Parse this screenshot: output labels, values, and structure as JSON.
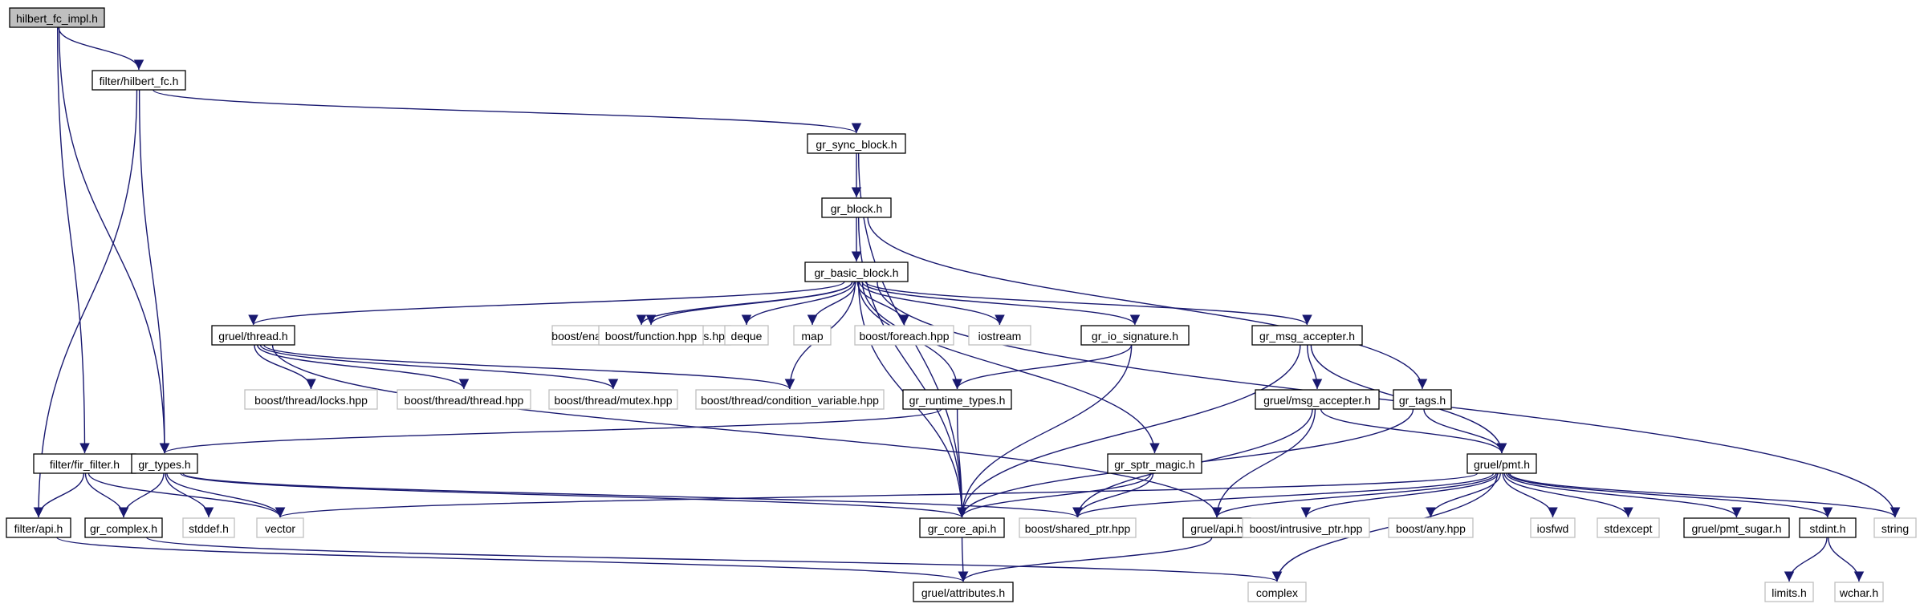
{
  "graph": {
    "colors": {
      "edge": "#191970",
      "root_fill": "#bfbfbf",
      "project_border": "#000000",
      "external_border": "#bfbfbf"
    },
    "nodes": [
      {
        "id": "hilbert_fc_impl_h",
        "label": "hilbert_fc_impl.h",
        "kind": "root"
      },
      {
        "id": "filter_hilbert_fc_h",
        "label": "filter/hilbert_fc.h",
        "kind": "project"
      },
      {
        "id": "gr_sync_block_h",
        "label": "gr_sync_block.h",
        "kind": "project"
      },
      {
        "id": "gr_block_h",
        "label": "gr_block.h",
        "kind": "project"
      },
      {
        "id": "gr_basic_block_h",
        "label": "gr_basic_block.h",
        "kind": "project"
      },
      {
        "id": "gruel_thread_h",
        "label": "gruel/thread.h",
        "kind": "project"
      },
      {
        "id": "boost_enable_shared",
        "label": "boost/enable_shared_from_this.hpp",
        "kind": "external"
      },
      {
        "id": "boost_function",
        "label": "boost/function.hpp",
        "kind": "external"
      },
      {
        "id": "deque",
        "label": "deque",
        "kind": "external"
      },
      {
        "id": "map",
        "label": "map",
        "kind": "external"
      },
      {
        "id": "boost_foreach",
        "label": "boost/foreach.hpp",
        "kind": "external"
      },
      {
        "id": "iostream",
        "label": "iostream",
        "kind": "external"
      },
      {
        "id": "gr_io_signature_h",
        "label": "gr_io_signature.h",
        "kind": "project"
      },
      {
        "id": "gr_msg_accepter_h",
        "label": "gr_msg_accepter.h",
        "kind": "project"
      },
      {
        "id": "boost_thread_locks",
        "label": "boost/thread/locks.hpp",
        "kind": "external"
      },
      {
        "id": "boost_thread_thread",
        "label": "boost/thread/thread.hpp",
        "kind": "external"
      },
      {
        "id": "boost_thread_mutex",
        "label": "boost/thread/mutex.hpp",
        "kind": "external"
      },
      {
        "id": "boost_thread_condvar",
        "label": "boost/thread/condition_variable.hpp",
        "kind": "external"
      },
      {
        "id": "gr_runtime_types_h",
        "label": "gr_runtime_types.h",
        "kind": "project"
      },
      {
        "id": "gruel_msg_accepter_h",
        "label": "gruel/msg_accepter.h",
        "kind": "project"
      },
      {
        "id": "gr_tags_h",
        "label": "gr_tags.h",
        "kind": "project"
      },
      {
        "id": "filter_fir_filter_h",
        "label": "filter/fir_filter.h",
        "kind": "project"
      },
      {
        "id": "gr_types_h",
        "label": "gr_types.h",
        "kind": "project"
      },
      {
        "id": "gr_sptr_magic_h",
        "label": "gr_sptr_magic.h",
        "kind": "project"
      },
      {
        "id": "gruel_pmt_h",
        "label": "gruel/pmt.h",
        "kind": "project"
      },
      {
        "id": "filter_api_h",
        "label": "filter/api.h",
        "kind": "project"
      },
      {
        "id": "gr_complex_h",
        "label": "gr_complex.h",
        "kind": "project"
      },
      {
        "id": "stddef_h",
        "label": "stddef.h",
        "kind": "external"
      },
      {
        "id": "vector",
        "label": "vector",
        "kind": "external"
      },
      {
        "id": "gr_core_api_h",
        "label": "gr_core_api.h",
        "kind": "project"
      },
      {
        "id": "boost_shared_ptr",
        "label": "boost/shared_ptr.hpp",
        "kind": "external"
      },
      {
        "id": "gruel_api_h",
        "label": "gruel/api.h",
        "kind": "project"
      },
      {
        "id": "boost_intrusive_ptr",
        "label": "boost/intrusive_ptr.hpp",
        "kind": "external"
      },
      {
        "id": "boost_any",
        "label": "boost/any.hpp",
        "kind": "external"
      },
      {
        "id": "iosfwd",
        "label": "iosfwd",
        "kind": "external"
      },
      {
        "id": "stdexcept",
        "label": "stdexcept",
        "kind": "external"
      },
      {
        "id": "gruel_pmt_sugar_h",
        "label": "gruel/pmt_sugar.h",
        "kind": "project"
      },
      {
        "id": "stdint_h",
        "label": "stdint.h",
        "kind": "project"
      },
      {
        "id": "string",
        "label": "string",
        "kind": "external"
      },
      {
        "id": "gruel_attributes_h",
        "label": "gruel/attributes.h",
        "kind": "project"
      },
      {
        "id": "complex",
        "label": "complex",
        "kind": "external"
      },
      {
        "id": "limits_h",
        "label": "limits.h",
        "kind": "external"
      },
      {
        "id": "wchar_h",
        "label": "wchar.h",
        "kind": "external"
      }
    ],
    "edges": [
      [
        "hilbert_fc_impl_h",
        "filter_hilbert_fc_h"
      ],
      [
        "hilbert_fc_impl_h",
        "filter_fir_filter_h"
      ],
      [
        "hilbert_fc_impl_h",
        "gr_types_h"
      ],
      [
        "filter_hilbert_fc_h",
        "gr_sync_block_h"
      ],
      [
        "filter_hilbert_fc_h",
        "filter_api_h"
      ],
      [
        "filter_hilbert_fc_h",
        "gr_types_h"
      ],
      [
        "gr_sync_block_h",
        "gr_block_h"
      ],
      [
        "gr_sync_block_h",
        "gr_core_api_h"
      ],
      [
        "gr_block_h",
        "gr_basic_block_h"
      ],
      [
        "gr_block_h",
        "gr_core_api_h"
      ],
      [
        "gr_block_h",
        "gr_tags_h"
      ],
      [
        "gr_basic_block_h",
        "gruel_thread_h"
      ],
      [
        "gr_basic_block_h",
        "boost_enable_shared"
      ],
      [
        "gr_basic_block_h",
        "boost_function"
      ],
      [
        "gr_basic_block_h",
        "deque"
      ],
      [
        "gr_basic_block_h",
        "map"
      ],
      [
        "gr_basic_block_h",
        "boost_foreach"
      ],
      [
        "gr_basic_block_h",
        "iostream"
      ],
      [
        "gr_basic_block_h",
        "gr_io_signature_h"
      ],
      [
        "gr_basic_block_h",
        "gr_msg_accepter_h"
      ],
      [
        "gr_basic_block_h",
        "gr_runtime_types_h"
      ],
      [
        "gr_basic_block_h",
        "boost_thread_condvar"
      ],
      [
        "gr_basic_block_h",
        "gr_sptr_magic_h"
      ],
      [
        "gr_basic_block_h",
        "gr_core_api_h"
      ],
      [
        "gr_basic_block_h",
        "string"
      ],
      [
        "gruel_thread_h",
        "boost_thread_locks"
      ],
      [
        "gruel_thread_h",
        "boost_thread_thread"
      ],
      [
        "gruel_thread_h",
        "boost_thread_mutex"
      ],
      [
        "gruel_thread_h",
        "boost_thread_condvar"
      ],
      [
        "gruel_thread_h",
        "gruel_api_h"
      ],
      [
        "gr_io_signature_h",
        "gr_runtime_types_h"
      ],
      [
        "gr_io_signature_h",
        "gr_core_api_h"
      ],
      [
        "gr_msg_accepter_h",
        "gruel_msg_accepter_h"
      ],
      [
        "gr_msg_accepter_h",
        "gruel_pmt_h"
      ],
      [
        "gr_msg_accepter_h",
        "gr_core_api_h"
      ],
      [
        "gr_runtime_types_h",
        "gr_types_h"
      ],
      [
        "gr_runtime_types_h",
        "gr_core_api_h"
      ],
      [
        "gruel_msg_accepter_h",
        "gruel_pmt_h"
      ],
      [
        "gruel_msg_accepter_h",
        "gruel_api_h"
      ],
      [
        "gruel_msg_accepter_h",
        "boost_shared_ptr"
      ],
      [
        "gr_tags_h",
        "gruel_pmt_h"
      ],
      [
        "gr_tags_h",
        "gr_core_api_h"
      ],
      [
        "filter_fir_filter_h",
        "filter_api_h"
      ],
      [
        "filter_fir_filter_h",
        "gr_complex_h"
      ],
      [
        "filter_fir_filter_h",
        "vector"
      ],
      [
        "gr_types_h",
        "gr_complex_h"
      ],
      [
        "gr_types_h",
        "stddef_h"
      ],
      [
        "gr_types_h",
        "vector"
      ],
      [
        "gr_types_h",
        "gr_core_api_h"
      ],
      [
        "gr_types_h",
        "boost_shared_ptr"
      ],
      [
        "gr_sptr_magic_h",
        "gr_core_api_h"
      ],
      [
        "gr_sptr_magic_h",
        "boost_shared_ptr"
      ],
      [
        "gruel_pmt_h",
        "gruel_api_h"
      ],
      [
        "gruel_pmt_h",
        "boost_intrusive_ptr"
      ],
      [
        "gruel_pmt_h",
        "boost_shared_ptr"
      ],
      [
        "gruel_pmt_h",
        "boost_any"
      ],
      [
        "gruel_pmt_h",
        "iosfwd"
      ],
      [
        "gruel_pmt_h",
        "stdexcept"
      ],
      [
        "gruel_pmt_h",
        "gruel_pmt_sugar_h"
      ],
      [
        "gruel_pmt_h",
        "stdint_h"
      ],
      [
        "gruel_pmt_h",
        "string"
      ],
      [
        "gruel_pmt_h",
        "complex"
      ],
      [
        "gruel_pmt_h",
        "vector"
      ],
      [
        "filter_api_h",
        "gruel_attributes_h"
      ],
      [
        "gr_complex_h",
        "complex"
      ],
      [
        "gr_core_api_h",
        "gruel_attributes_h"
      ],
      [
        "gruel_api_h",
        "gruel_attributes_h"
      ],
      [
        "stdint_h",
        "limits_h"
      ],
      [
        "stdint_h",
        "wchar_h"
      ]
    ]
  }
}
